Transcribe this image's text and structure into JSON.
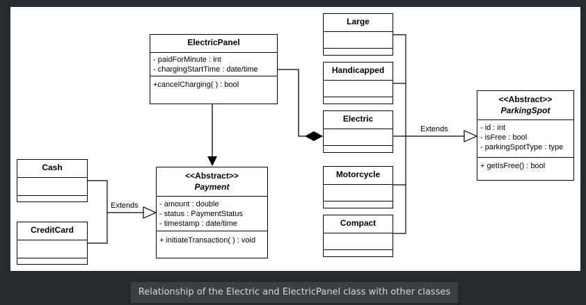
{
  "classes": {
    "electric_panel": {
      "name": "ElectricPanel",
      "attributes": [
        "- paidForMinute : int",
        "- chargingStartTime : date/time"
      ],
      "methods": [
        "+cancelCharging( ) : bool"
      ]
    },
    "payment": {
      "stereotype": "<<Abstract>>",
      "name": "Payment",
      "attributes": [
        "- amount : double",
        "- status : PaymentStatus",
        "- timestamp : date/time"
      ],
      "methods": [
        "+ initiateTransaction( ) : void"
      ]
    },
    "cash": {
      "name": "Cash"
    },
    "credit_card": {
      "name": "CreditCard"
    },
    "large": {
      "name": "Large"
    },
    "handicapped": {
      "name": "Handicapped"
    },
    "electric": {
      "name": "Electric"
    },
    "motorcycle": {
      "name": "Motorcycle"
    },
    "compact": {
      "name": "Compact"
    },
    "parking_spot": {
      "stereotype": "<<Abstract>>",
      "name": "ParkingSpot",
      "attributes": [
        "- id : int",
        "- isFree : bool",
        "- parkingSpotType : type"
      ],
      "methods": [
        "+ getIsFree() : bool"
      ]
    }
  },
  "edge_labels": {
    "payment_extends": "Extends",
    "parking_extends": "Extends"
  },
  "caption": "Relationship of the Electric and ElectricPanel class with other classes"
}
